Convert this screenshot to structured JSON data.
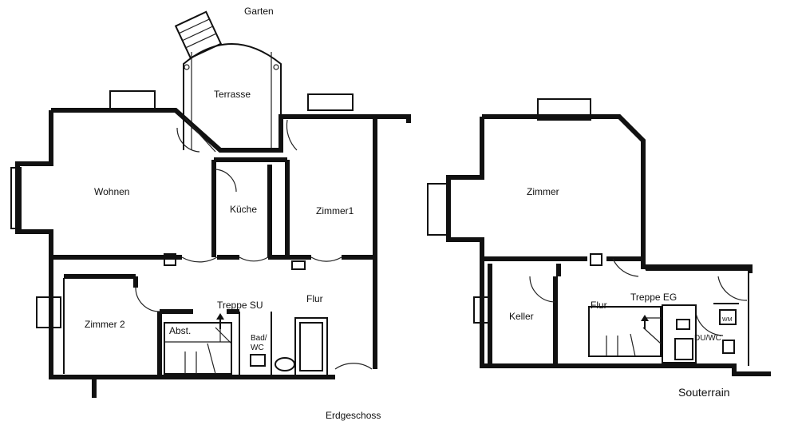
{
  "labels": {
    "garten": "Garten",
    "terrasse": "Terrasse",
    "wohnen": "Wohnen",
    "kueche": "Küche",
    "zimmer1": "Zimmer1",
    "zimmer2": "Zimmer 2",
    "flur_eg": "Flur",
    "treppe_su": "Treppe SU",
    "abst": "Abst.",
    "bad": "Bad/",
    "wc": "WC",
    "erdgeschoss": "Erdgeschoss",
    "zimmer_su": "Zimmer",
    "keller": "Keller",
    "flur_su": "Flur",
    "treppe_eg": "Treppe EG",
    "duwc": "DU/WC",
    "souterrain": "Souterrain",
    "wm": "WM"
  }
}
